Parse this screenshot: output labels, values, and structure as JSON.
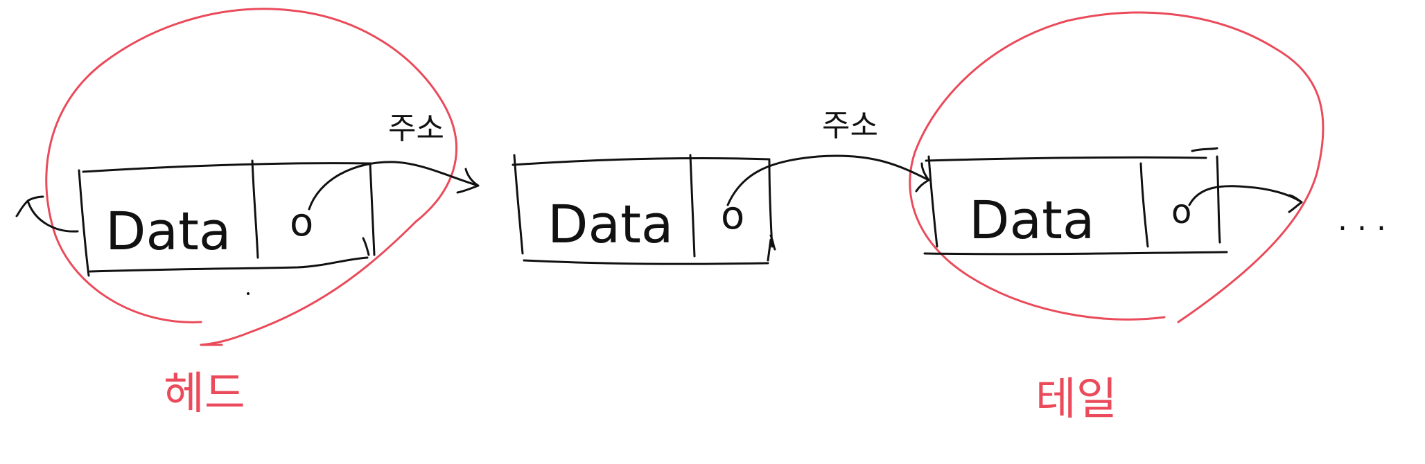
{
  "nodes": [
    {
      "data_label": "Data",
      "pointer_label": "o"
    },
    {
      "data_label": "Data",
      "pointer_label": "o"
    },
    {
      "data_label": "Data",
      "pointer_label": "o"
    }
  ],
  "links": [
    {
      "label": "주소"
    },
    {
      "label": "주소"
    }
  ],
  "head_label": "헤드",
  "tail_label": "테일",
  "continuation": ". . .",
  "colors": {
    "ink": "#111111",
    "highlight": "#ea4a5a"
  }
}
